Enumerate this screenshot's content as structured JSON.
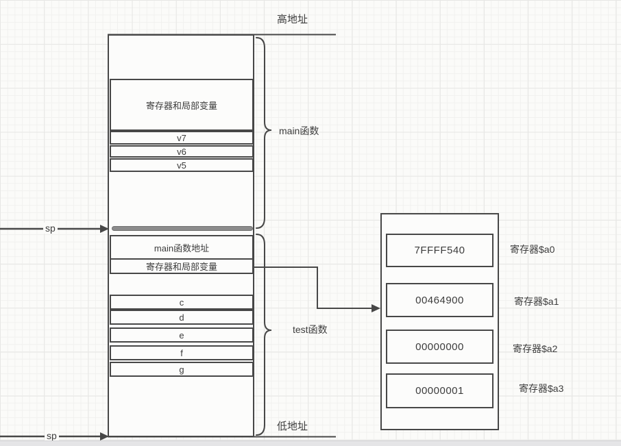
{
  "labels": {
    "high_address": "高地址",
    "low_address": "低地址",
    "sp_top": "sp",
    "sp_bottom": "sp",
    "main_function": "main函数",
    "test_function": "test函数"
  },
  "stack": {
    "main_frame": {
      "section_label": "寄存器和局部变量",
      "rows": [
        "v7",
        "v6",
        "v5"
      ]
    },
    "test_frame": {
      "return_address_label": "main函数地址",
      "section_label": "寄存器和局部变量",
      "rows": [
        "c",
        "d",
        "e",
        "f",
        "g"
      ]
    }
  },
  "registers": {
    "entries": [
      {
        "value": "7FFFF540",
        "label": "寄存器$a0"
      },
      {
        "value": "00464900",
        "label": "寄存器$a1"
      },
      {
        "value": "00000000",
        "label": "寄存器$a2"
      },
      {
        "value": "00000001",
        "label": "寄存器$a3"
      }
    ]
  },
  "colors": {
    "stroke": "#474747",
    "shape_fill": "#fcfcfb",
    "canvas": "#fbfbf9",
    "sp_bar": "#8c8c8c"
  }
}
